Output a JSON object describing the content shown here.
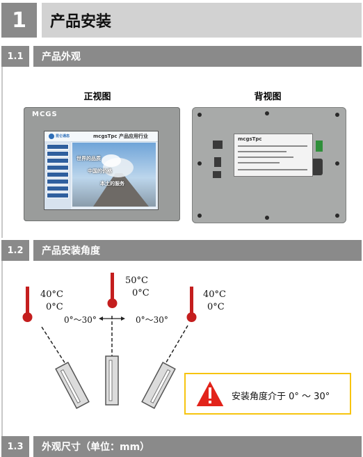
{
  "chapter": {
    "number": "1",
    "title": "产品安装"
  },
  "sections": [
    {
      "number": "1.1",
      "title": "产品外观"
    },
    {
      "number": "1.2",
      "title": "产品安装角度"
    },
    {
      "number": "1.3",
      "title": "外观尺寸（单位：mm）"
    }
  ],
  "appearance": {
    "front_label": "正视图",
    "back_label": "背视图",
    "front_brand": "MCGS",
    "screen_logo_text": "昆仑通态",
    "screen_brand": "mcgsTpc 产品应用行业",
    "screen_line1": "世界的品质",
    "screen_line2": "中国的价格",
    "screen_line3": "本土的服务",
    "back_brand": "mcgsTpc"
  },
  "angle": {
    "left_temp_high": "40°C",
    "left_temp_low": "0°C",
    "center_temp_high": "50°C",
    "center_temp_low": "0°C",
    "right_temp_high": "40°C",
    "right_temp_low": "0°C",
    "left_range": "0°～30°",
    "right_range": "0°～30°",
    "warning": "安装角度介于 0° ～ 30°"
  },
  "colors": {
    "header_gray": "#8a8a8a",
    "chapter_bar": "#d2d2d2",
    "warning_border": "#f7c40e",
    "warning_red": "#e2231a"
  }
}
